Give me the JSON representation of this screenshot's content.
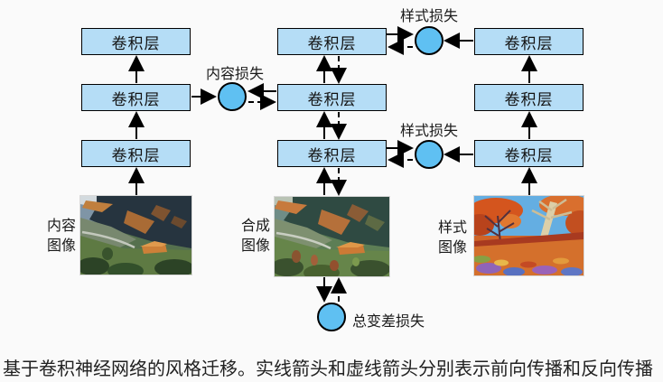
{
  "colors": {
    "background": "#fafafa",
    "box_fill": "#b5ddf6",
    "loss_node_fill": "#5fc0f2",
    "border": "#000000",
    "caption_color": "#212121"
  },
  "diagram": {
    "conv_layer_label": "卷积层",
    "losses": {
      "content": "内容损失",
      "style_top": "样式损失",
      "style_bottom": "样式损失",
      "total_variation": "总变差损失"
    },
    "image_labels": {
      "content_line1": "内容",
      "content_line2": "图像",
      "synthesized_line1": "合成",
      "synthesized_line2": "图像",
      "style_line1": "样式",
      "style_line2": "图像"
    },
    "legend": {
      "solid_arrow_meaning": "前向传播",
      "dashed_arrow_meaning": "反向传播"
    }
  },
  "caption": "基于卷积神经网络的风格迁移。实线箭头和虚线箭头分别表示前向传播和反向传播"
}
